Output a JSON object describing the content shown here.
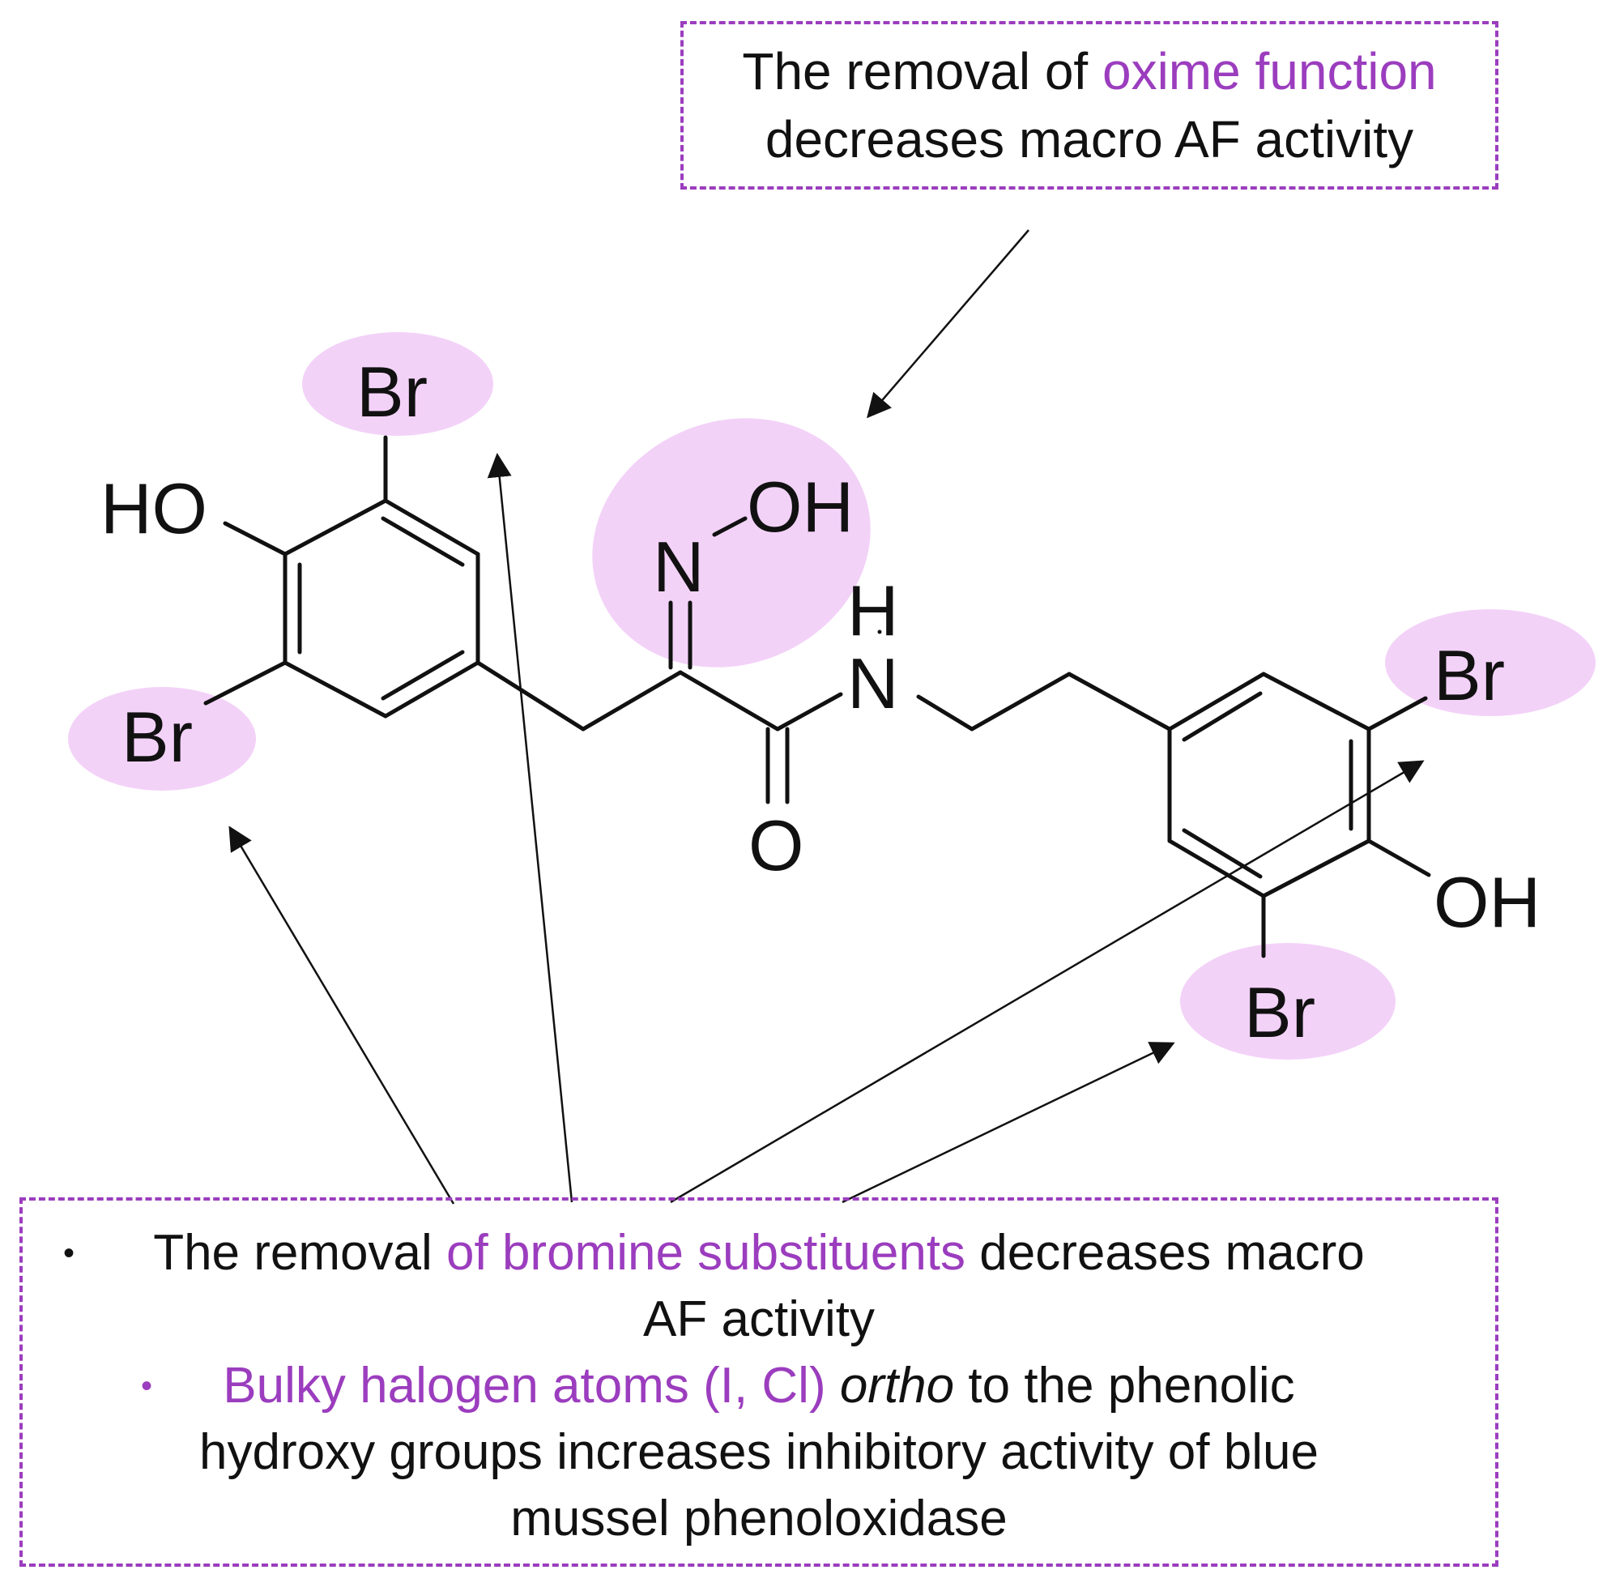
{
  "top_note": {
    "prefix": "The removal of ",
    "highlight": "oxime function",
    "line2": "decreases macro AF activity"
  },
  "bottom_note": {
    "bullet1": {
      "bullet": "•",
      "prefix": "The removal ",
      "highlight": "of bromine substituents",
      "suffix": " decreases macro",
      "line2": "AF activity"
    },
    "bullet2": {
      "bullet": "•",
      "highlight": "Bulky halogen atoms (I, Cl) ",
      "italic": "ortho",
      "suffix": " to the phenolic",
      "line2": "hydroxy groups increases inhibitory activity of blue",
      "line3": "mussel phenoloxidase"
    }
  },
  "atoms": {
    "br_top_left": "Br",
    "ho_left": "HO",
    "br_mid_left": "Br",
    "n_oxime": "N",
    "oh_oxime": "OH",
    "h_amide": "H",
    "n_amide": "N",
    "o_carbonyl": "O",
    "br_right_top": "Br",
    "oh_right": "OH",
    "br_right_bottom": "Br"
  },
  "colors": {
    "highlight_fill": "#F3D2F8",
    "accent": "#9B3DBE",
    "ink": "#111111"
  }
}
